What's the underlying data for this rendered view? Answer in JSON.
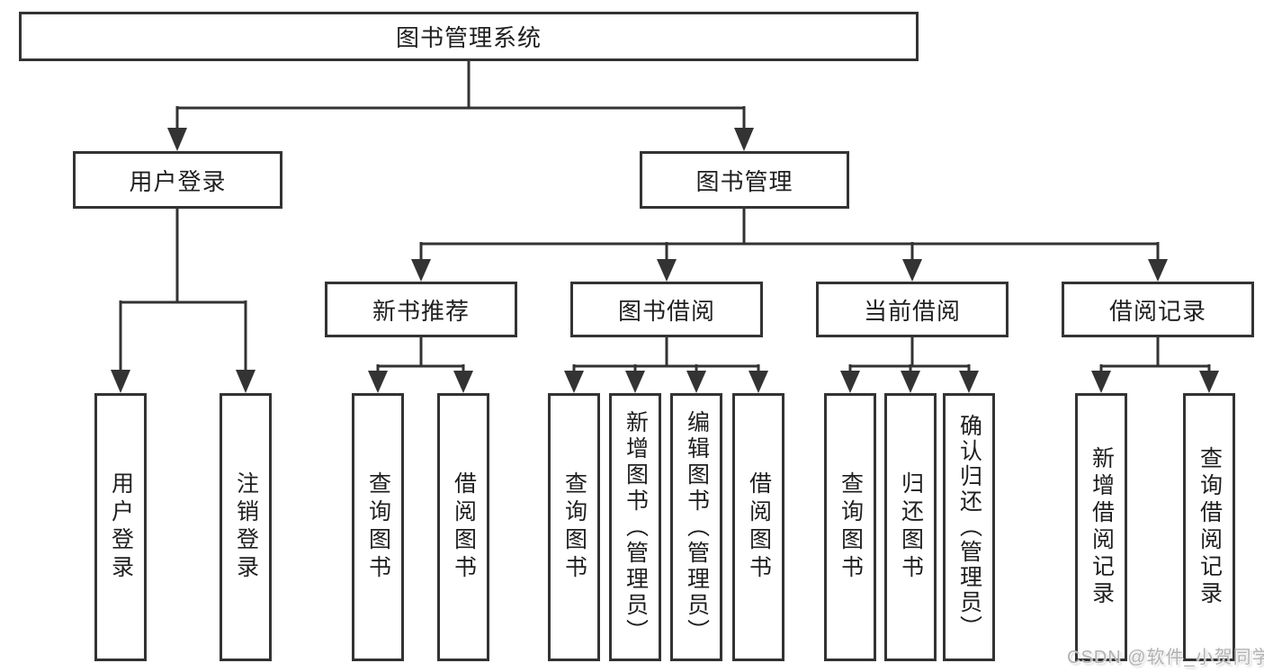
{
  "diagram": {
    "title": "图书管理系统",
    "branches": [
      {
        "label": "用户登录",
        "children": [
          {
            "label": "用户登录"
          },
          {
            "label": "注销登录"
          }
        ]
      },
      {
        "label": "图书管理",
        "children": [
          {
            "label": "新书推荐",
            "children": [
              {
                "label": "查询图书"
              },
              {
                "label": "借阅图书"
              }
            ]
          },
          {
            "label": "图书借阅",
            "children": [
              {
                "label": "查询图书"
              },
              {
                "label": "新增图书（管理员）"
              },
              {
                "label": "编辑图书（管理员）"
              },
              {
                "label": "借阅图书"
              }
            ]
          },
          {
            "label": "当前借阅",
            "children": [
              {
                "label": "查询图书"
              },
              {
                "label": "归还图书"
              },
              {
                "label": "确认归还（管理员）"
              }
            ]
          },
          {
            "label": "借阅记录",
            "children": [
              {
                "label": "新增借阅记录"
              },
              {
                "label": "查询借阅记录"
              }
            ]
          }
        ]
      }
    ]
  },
  "watermark": {
    "text": "CSDN @软件_小贺同学"
  },
  "colors": {
    "line": "#333333",
    "box_border": "#333333",
    "text": "#1f1f1f",
    "background": "#ffffff",
    "watermark": "#b2b2b2"
  }
}
